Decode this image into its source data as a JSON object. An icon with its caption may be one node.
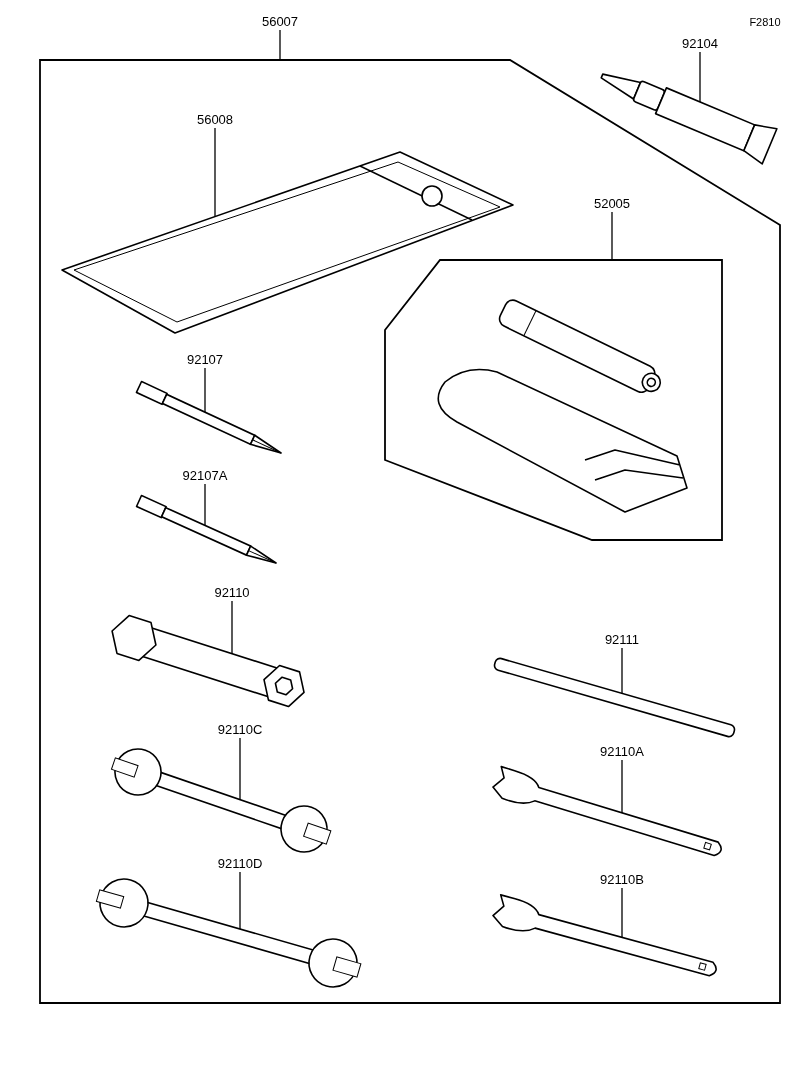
{
  "diagram": {
    "nodes": [
      {
        "text": [
          "56007"
        ]
      },
      {
        "text": [],
        "shape": "box"
      },
      {
        "text": [
          "92104"
        ]
      },
      {
        "text": [],
        "shape": "picture"
      },
      {
        "text": [
          "56008"
        ],
        "in": 1
      },
      {
        "text": [],
        "shape": "picture",
        "in": 1
      },
      {
        "text": [
          "52005"
        ],
        "in": 1
      },
      {
        "text": [],
        "shape": "box",
        "in": 1
      },
      {
        "text": [
          "92107"
        ],
        "in": 1
      },
      {
        "text": [],
        "shape": "picture",
        "in": 1
      },
      {
        "text": [
          "92107A"
        ],
        "in": 1
      },
      {
        "text": [],
        "shape": "picture",
        "in": 1
      },
      {
        "text": [
          "92110"
        ],
        "in": 1
      },
      {
        "text": [],
        "shape": "cylinder",
        "in": 1
      },
      {
        "text": [
          "92110C"
        ],
        "in": 1
      },
      {
        "text": [],
        "shape": "picture",
        "in": 1
      },
      {
        "text": [
          "92110D"
        ],
        "in": 1
      },
      {
        "text": [],
        "shape": "picture",
        "in": 1
      },
      {
        "text": [
          "92111"
        ],
        "in": 1
      },
      {
        "text": [],
        "shape": "bar",
        "in": 1
      },
      {
        "text": [
          "92110A"
        ],
        "in": 1
      },
      {
        "text": [],
        "shape": "picture",
        "in": 1
      },
      {
        "text": [
          "92110B"
        ],
        "in": 1
      },
      {
        "text": [],
        "shape": "picture",
        "in": 1
      }
    ],
    "edges": [
      {
        "from": 0,
        "to": 1,
        "arrow": "none"
      },
      {
        "from": 2,
        "to": 3,
        "arrow": "none"
      },
      {
        "from": 4,
        "to": 5,
        "arrow": "none"
      },
      {
        "from": 6,
        "to": 7,
        "arrow": "none"
      },
      {
        "from": 8,
        "to": 9,
        "arrow": "none"
      },
      {
        "from": 10,
        "to": 11,
        "arrow": "none"
      },
      {
        "from": 12,
        "to": 13,
        "arrow": "none"
      },
      {
        "from": 14,
        "to": 15,
        "arrow": "none"
      },
      {
        "from": 16,
        "to": 17,
        "arrow": "none"
      },
      {
        "from": 18,
        "to": 19,
        "arrow": "none"
      },
      {
        "from": 20,
        "to": 21,
        "arrow": "none"
      },
      {
        "from": 22,
        "to": 23,
        "arrow": "none"
      }
    ],
    "labels": [
      "F2810"
    ]
  }
}
